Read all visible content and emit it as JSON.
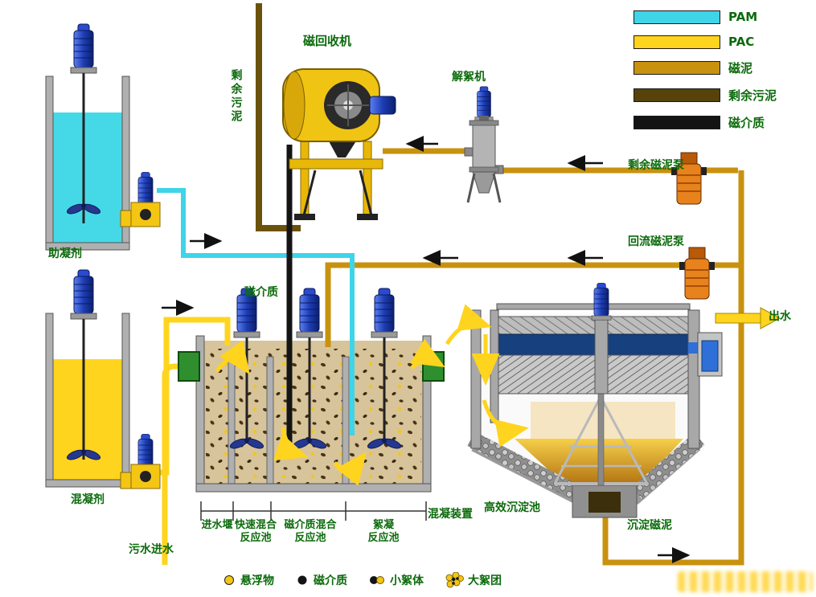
{
  "legend": {
    "items": [
      {
        "label": "PAM",
        "color": "#3fd4e8"
      },
      {
        "label": "PAC",
        "color": "#ffd41e"
      },
      {
        "label": "磁泥",
        "color": "#c8920f"
      },
      {
        "label": "剩余污泥",
        "color": "#57430a"
      },
      {
        "label": "磁介质",
        "color": "#141414"
      }
    ]
  },
  "equipment_labels": {
    "magnetic_recovery_machine": "磁回收机",
    "deflocculator": "解絮机",
    "surplus_magnetic_sludge_pump": "剩余磁泥泵",
    "return_magnetic_sludge_pump": "回流磁泥泵",
    "coagulant_aid_tank": "助凝剂",
    "coagulant_tank": "混凝剂",
    "high_efficiency_sedimentation_tank": "高效沉淀池",
    "coagulation_unit": "混凝装置"
  },
  "flow_labels": {
    "effluent": "出水",
    "sewage_inlet": "污水进水",
    "surplus_sludge": "剩余污泥",
    "magnetic_medium": "磁介质",
    "settled_magnetic_sludge": "沉淀磁泥"
  },
  "compartment_labels": {
    "inlet_weir": "进水堰",
    "rapid_mixing_tank": "快速混合\n反应池",
    "magnetic_medium_mixing_tank": "磁介质混合\n反应池",
    "flocculation_tank": "絮凝\n反应池"
  },
  "particle_legend": {
    "items": [
      {
        "label": "悬浮物"
      },
      {
        "label": "磁介质"
      },
      {
        "label": "小絮体"
      },
      {
        "label": "大絮团"
      }
    ]
  }
}
